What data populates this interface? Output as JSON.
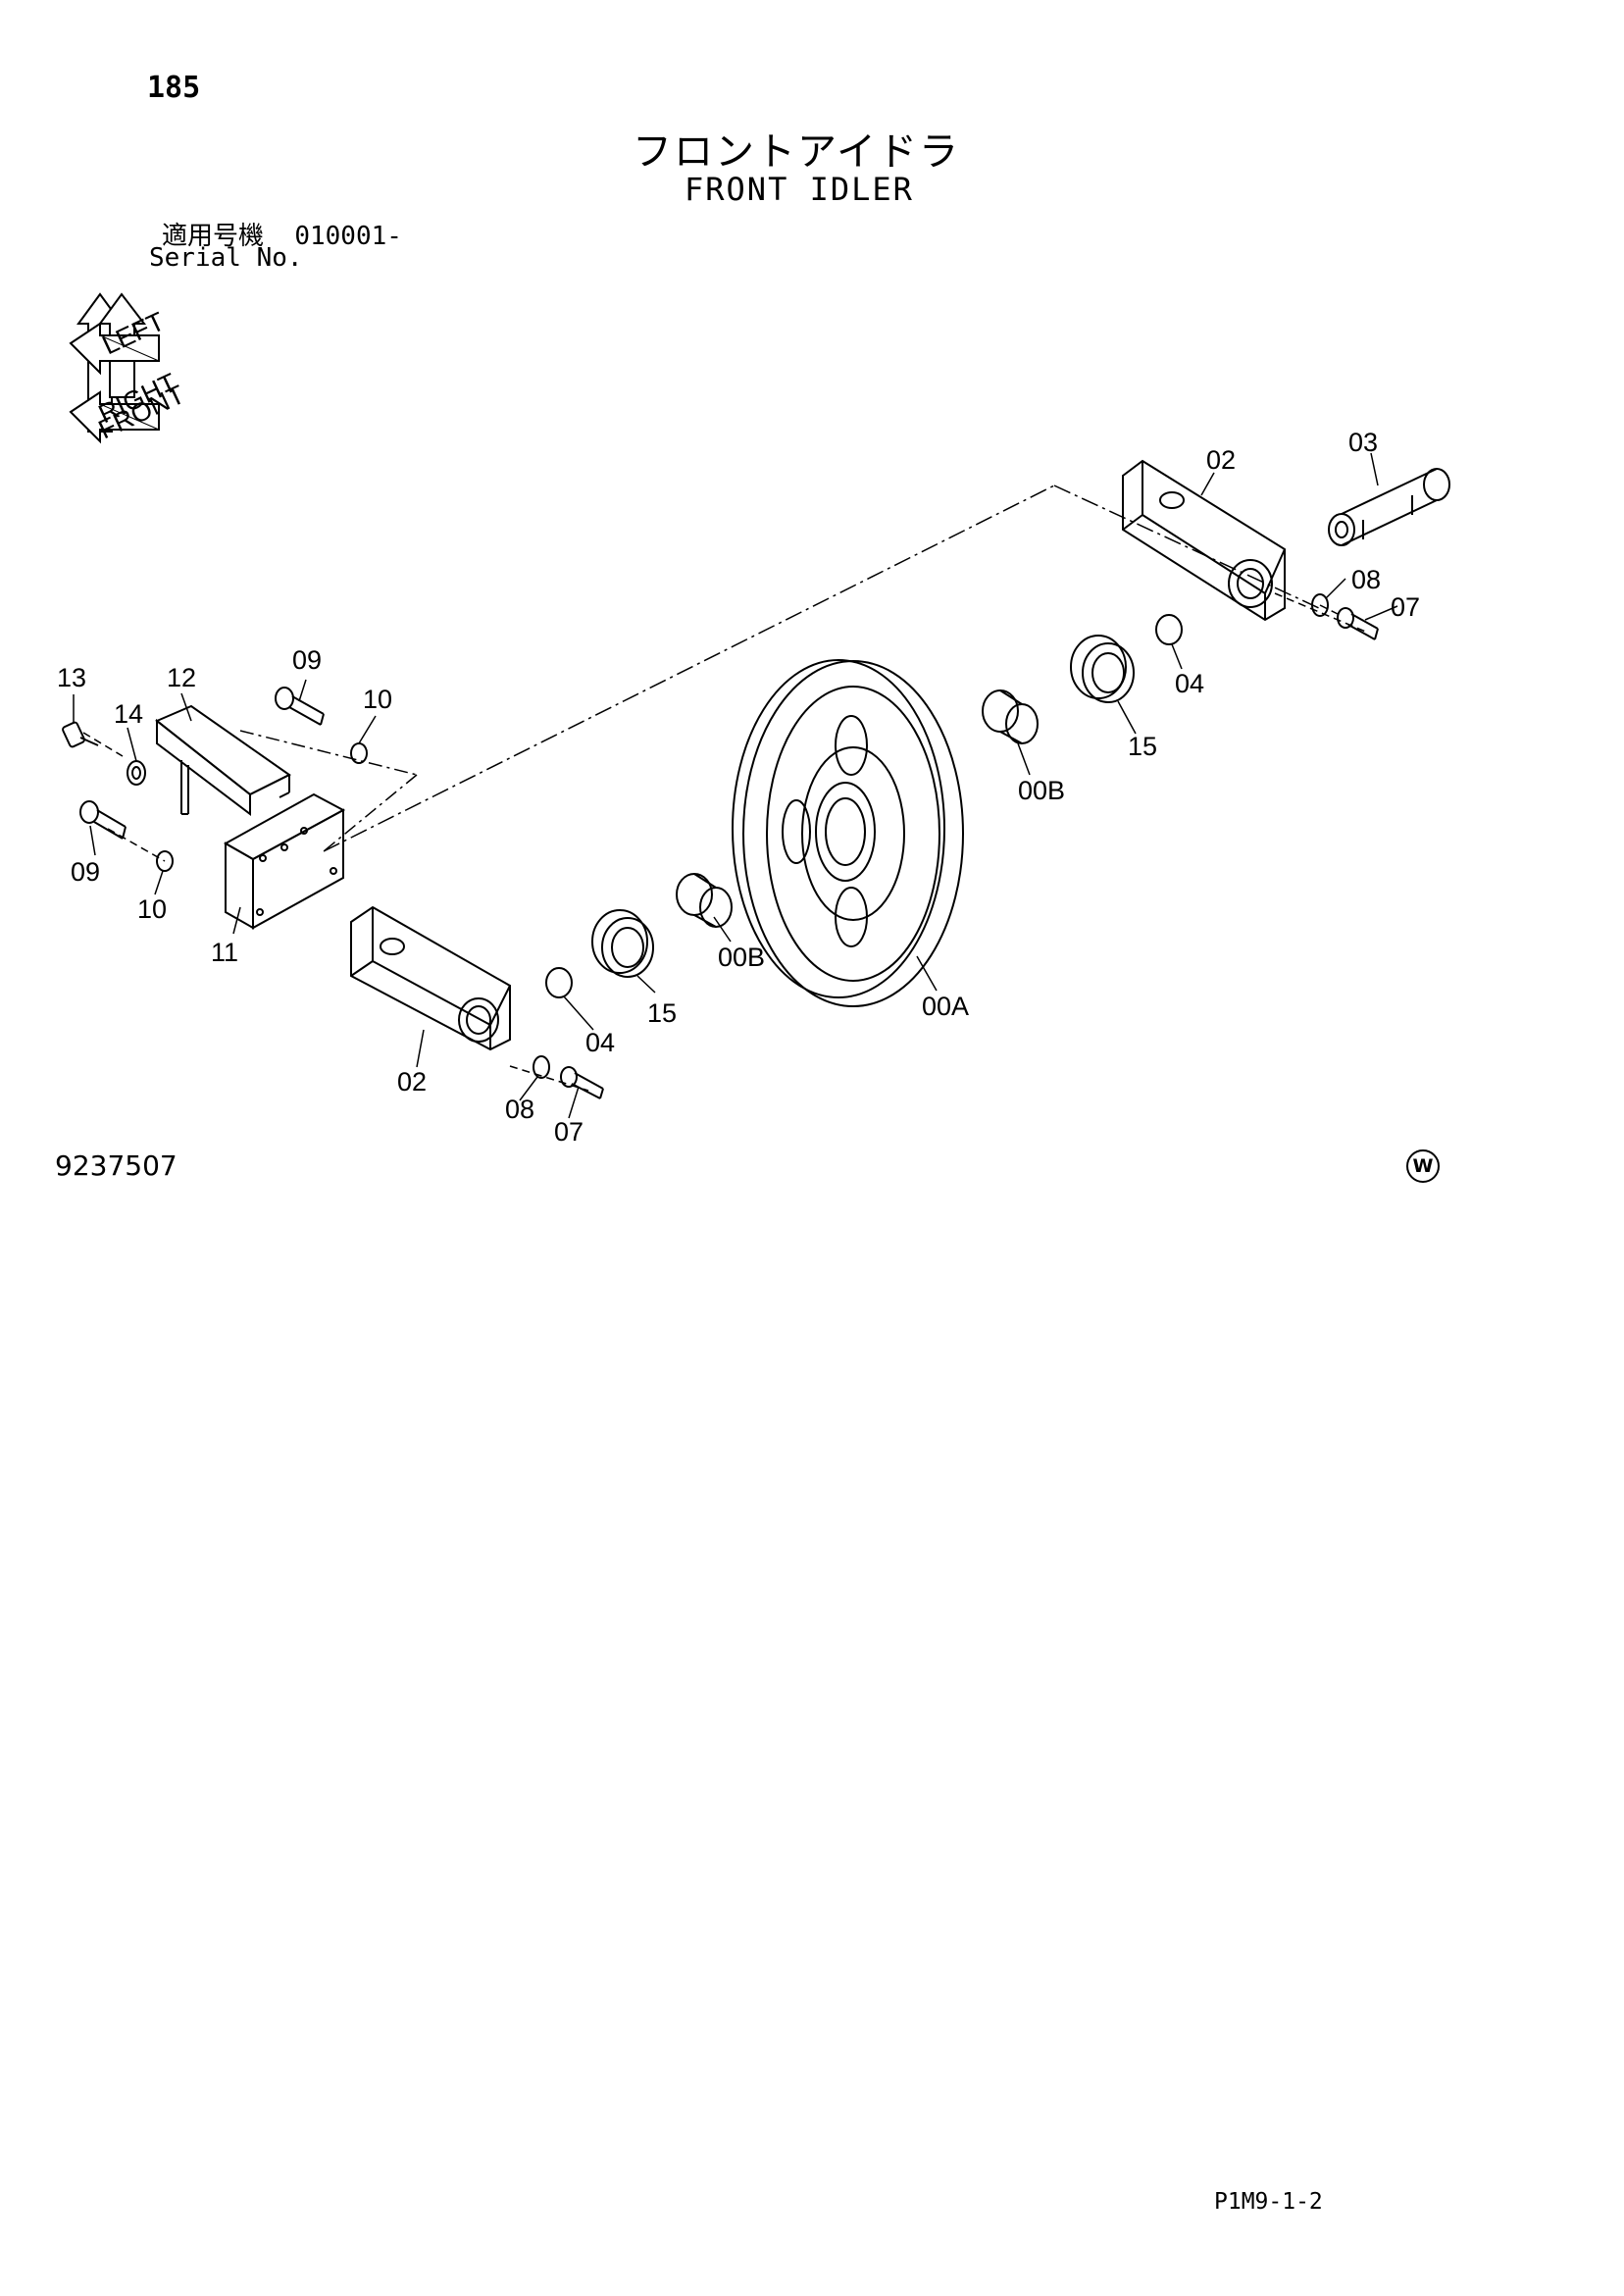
{
  "header": {
    "page_number": "185",
    "title_jp": "フロントアイドラ",
    "title_en": "FRONT IDLER",
    "serial_label_jp": "適用号機",
    "serial_value": "010001-",
    "serial_label_en": "Serial No."
  },
  "orientation_badge": {
    "labels": [
      "LEFT",
      "RIGHT",
      "FRONT"
    ]
  },
  "callouts": {
    "p13": "13",
    "p12": "12",
    "p14": "14",
    "p09_top": "09",
    "p10_top": "10",
    "p09_left": "09",
    "p10_left": "10",
    "p11": "11",
    "p02_lower": "02",
    "p08_lower": "08",
    "p07_lower": "07",
    "p04_lower": "04",
    "p15_lower": "15",
    "p00B_lower": "00B",
    "p00A": "00A",
    "p00B_upper": "00B",
    "p15_upper": "15",
    "p04_upper": "04",
    "p02_upper": "02",
    "p03": "03",
    "p08_upper": "08",
    "p07_upper": "07"
  },
  "footer": {
    "drawing_number": "9237507",
    "mark": "W",
    "page_code": "P1M9-1-2"
  }
}
